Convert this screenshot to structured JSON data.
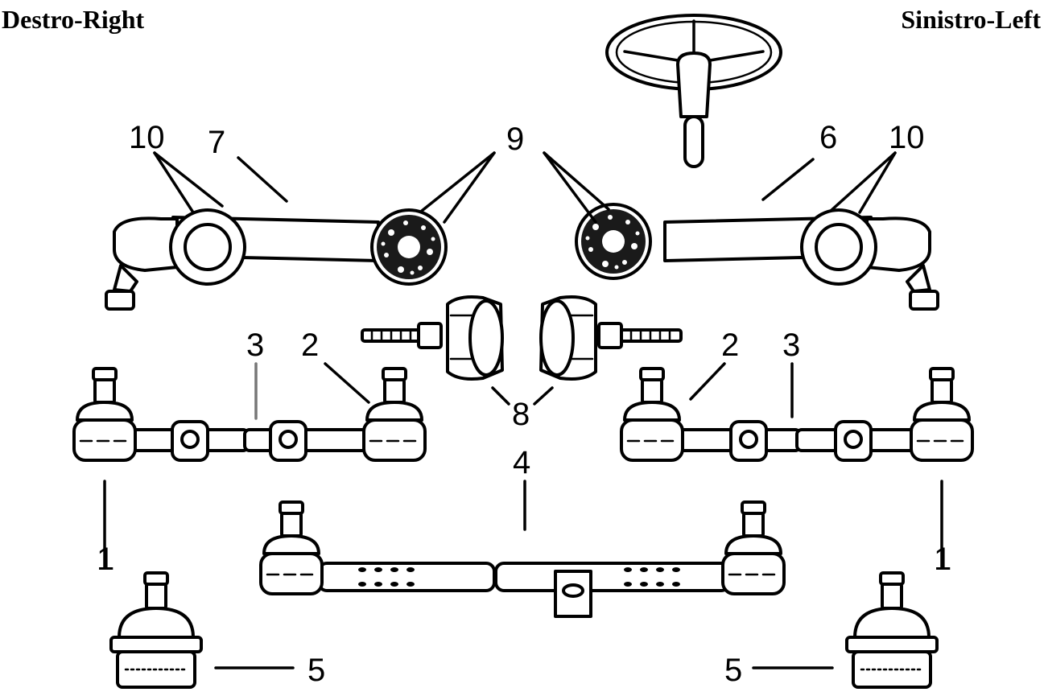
{
  "headings": {
    "right": "Destro-Right",
    "left": "Sinistro-Left"
  },
  "part_numbers": {
    "p1_left": "1",
    "p1_right": "1",
    "p2_left": "2",
    "p2_right": "2",
    "p3_left": "3",
    "p3_right": "3",
    "p4": "4",
    "p5_left": "5",
    "p5_right": "5",
    "p6": "6",
    "p7": "7",
    "p8": "8",
    "p9": "9",
    "p10_left": "10",
    "p10_right": "10"
  }
}
